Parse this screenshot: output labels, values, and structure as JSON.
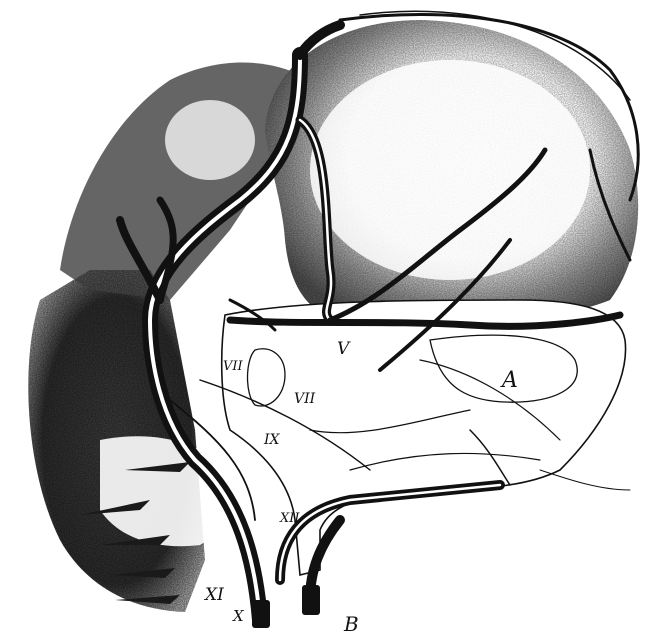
{
  "figure": {
    "labels": {
      "v": "V",
      "vii_upper": "VII",
      "vii": "VII",
      "ix": "IX",
      "xii": "XII",
      "xi": "XI",
      "x": "X",
      "a": "A",
      "b": "B"
    },
    "colors": {
      "ink": "#111111",
      "shade_dark": "#2a2a2a",
      "shade_mid": "#6f6f6f",
      "shade_light": "#bdbdbd",
      "paper": "#ffffff"
    }
  }
}
